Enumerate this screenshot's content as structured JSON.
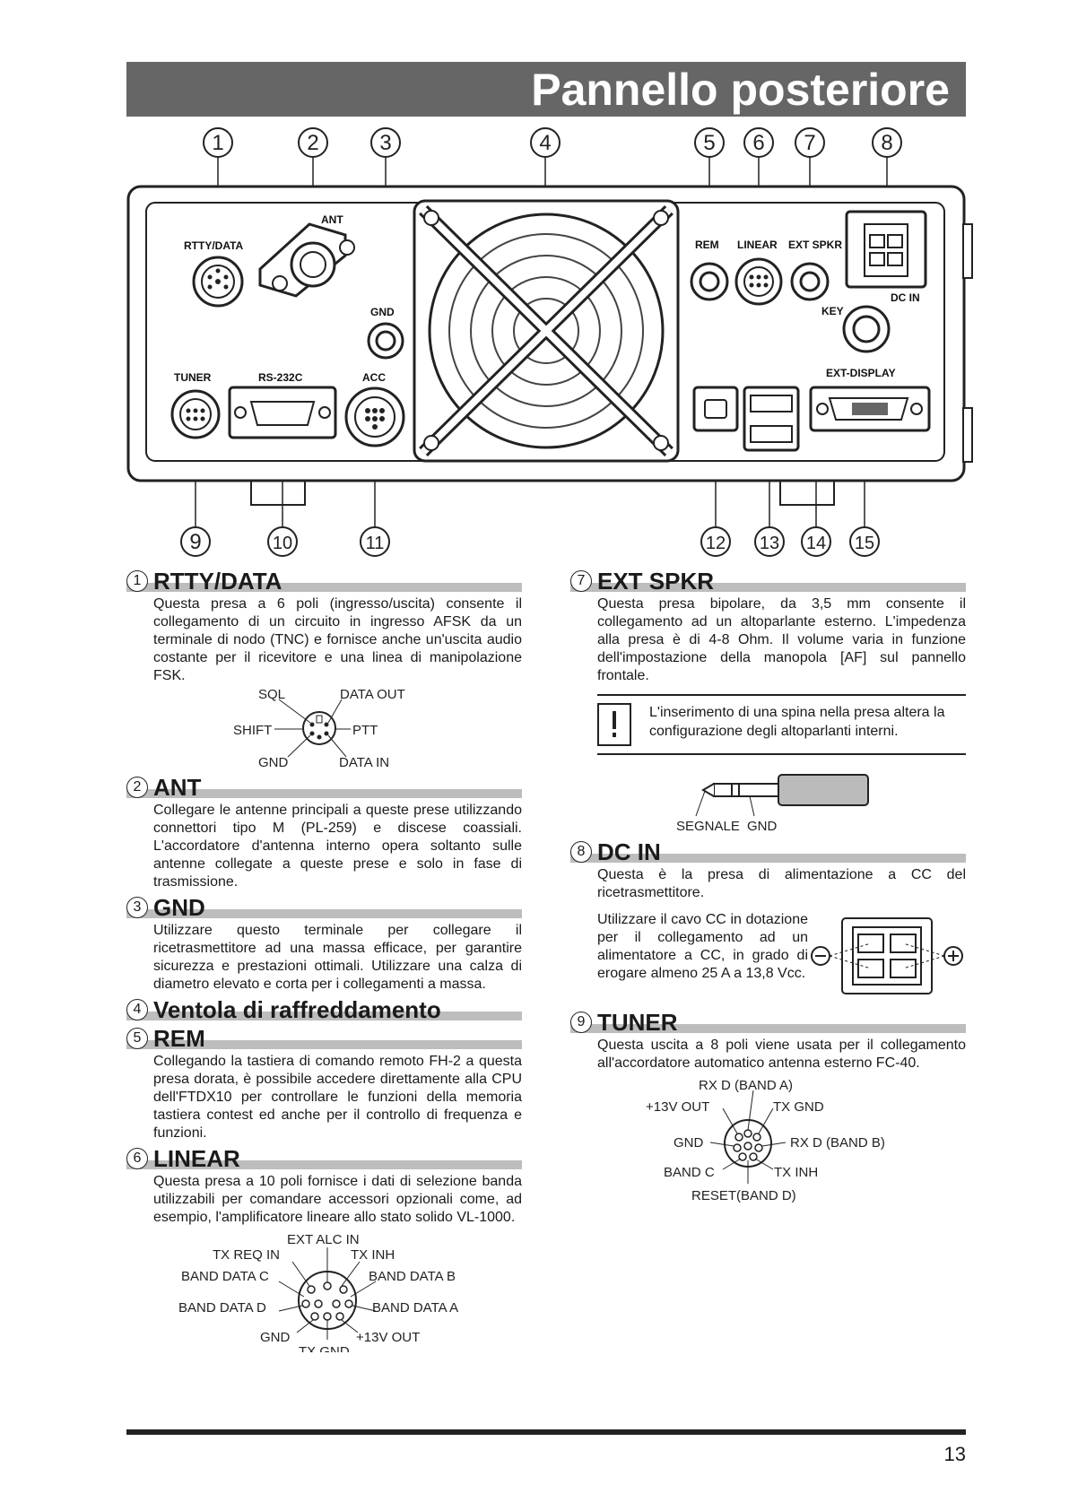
{
  "page": {
    "title": "Pannello posteriore",
    "page_number": "13"
  },
  "panel": {
    "callouts_top": [
      "1",
      "2",
      "3",
      "4",
      "5",
      "6",
      "7",
      "8"
    ],
    "callouts_bottom": [
      "9",
      "10",
      "11",
      "12",
      "13",
      "14",
      "15"
    ],
    "labels": {
      "rtty": "RTTY/DATA",
      "ant": "ANT",
      "gnd": "GND",
      "rem": "REM",
      "linear": "LINEAR",
      "extspkr": "EXT SPKR",
      "dcin": "DC IN",
      "key": "KEY",
      "tuner": "TUNER",
      "rs232c": "RS-232C",
      "acc": "ACC",
      "extdisplay": "EXT-DISPLAY"
    }
  },
  "sections": {
    "s1": {
      "num": "1",
      "title": "RTTY/DATA",
      "text": "Questa presa a 6 poli (ingresso/uscita) consente il collegamento di un circuito in ingresso AFSK da un terminale di nodo (TNC) e fornisce anche un'uscita audio costante per il ricevitore e una linea di manipolazione FSK.",
      "pins": {
        "sql": "SQL",
        "data_out": "DATA OUT",
        "shift": "SHIFT",
        "ptt": "PTT",
        "gnd": "GND",
        "data_in": "DATA IN"
      }
    },
    "s2": {
      "num": "2",
      "title": "ANT",
      "text": "Collegare le antenne principali a queste prese utilizzando connettori tipo M (PL-259) e discese coassiali. L'accordatore d'antenna interno opera soltanto sulle antenne collegate a queste prese e solo in fase di trasmissione."
    },
    "s3": {
      "num": "3",
      "title": "GND",
      "text": "Utilizzare questo terminale per collegare il ricetrasmettitore ad una massa efficace, per garantire sicurezza e prestazioni ottimali. Utilizzare una calza di diametro elevato e corta per i collegamenti a massa."
    },
    "s4": {
      "num": "4",
      "title": "Ventola di raffreddamento"
    },
    "s5": {
      "num": "5",
      "title": "REM",
      "text": "Collegando la tastiera di comando remoto FH-2 a questa presa dorata, è possibile accedere direttamente alla CPU dell'FTDX10 per controllare le funzioni della memoria tastiera contest ed anche per il controllo di frequenza e funzioni."
    },
    "s6": {
      "num": "6",
      "title": "LINEAR",
      "text": "Questa presa a 10 poli fornisce i dati di selezione banda utilizzabili per comandare accessori opzionali come, ad esempio, l'amplificatore lineare allo stato solido VL-1000.",
      "pins": {
        "ext_alc": "EXT ALC IN",
        "tx_req": "TX REQ IN",
        "tx_inh": "TX INH",
        "bdc": "BAND DATA C",
        "bdb": "BAND DATA B",
        "bdd": "BAND DATA D",
        "bda": "BAND DATA A",
        "gnd": "GND",
        "v13": "+13V OUT",
        "txgnd": "TX GND"
      }
    },
    "s7": {
      "num": "7",
      "title": "EXT SPKR",
      "text": "Questa presa bipolare, da 3,5 mm consente il collegamento ad un altoparlante esterno. L'impedenza alla presa è di 4-8 Ohm. Il volume varia in funzione dell'impostazione della manopola [AF] sul pannello frontale.",
      "warning": "L'inserimento di una spina nella presa altera la configurazione degli altoparlanti interni.",
      "plug": {
        "signal": "SEGNALE",
        "gnd": "GND"
      }
    },
    "s8": {
      "num": "8",
      "title": "DC IN",
      "text": "Questa è la presa di alimentazione a CC del ricetrasmettitore.",
      "text2": "Utilizzare il cavo CC in dotazione per il collegamento ad un alimentatore a CC, in grado di erogare almeno 25 A a 13,8 Vcc."
    },
    "s9": {
      "num": "9",
      "title": "TUNER",
      "text": "Questa uscita a 8 poli viene usata per il collegamento all'accordatore automatico antenna esterno FC-40.",
      "pins": {
        "rxa": "RX D (BAND A)",
        "v13": "+13V OUT",
        "txgnd": "TX GND",
        "gnd": "GND",
        "rxb": "RX D (BAND B)",
        "bandc": "BAND C",
        "txinh": "TX INH",
        "reset": "RESET(BAND D)"
      }
    }
  }
}
